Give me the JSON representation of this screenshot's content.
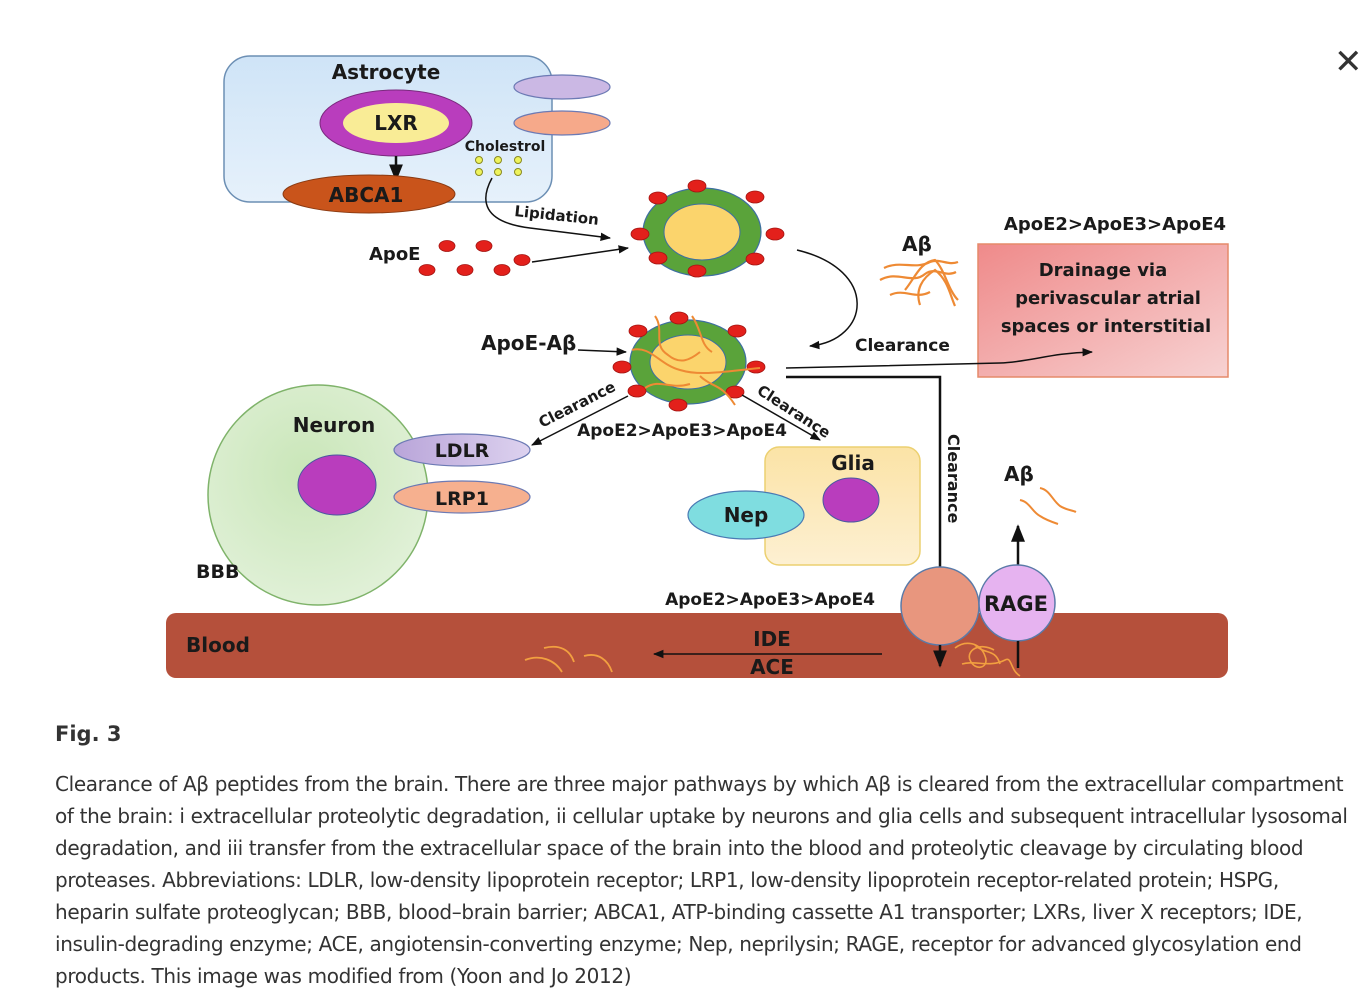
{
  "close_button": {
    "icon": "close-icon",
    "glyph": "✕"
  },
  "diagram": {
    "astrocyte": {
      "title": "Astrocyte",
      "lxr": "LXR",
      "abca1": "ABCA1",
      "cholesterol": "Cholestrol",
      "lipidation": "Lipidation"
    },
    "apoe": "ApoE",
    "apoe_abeta": "ApoE-Aβ",
    "abeta_top": "Aβ",
    "abeta_right": "Aβ",
    "clearance_center": "Clearance",
    "clearance_left": "Clearance",
    "clearance_right": "Clearance",
    "clearance_vertical": "Clearance",
    "ranking_center": "ApoE2>ApoE3>ApoE4",
    "ranking_drainage": "ApoE2>ApoE3>ApoE4",
    "ranking_blood": "ApoE2>ApoE3>ApoE4",
    "drainage": [
      "Drainage via",
      "perivascular atrial",
      "spaces or interstitial"
    ],
    "neuron": {
      "title": "Neuron",
      "ldlr": "LDLR",
      "lrp1": "LRP1"
    },
    "bbb": "BBB",
    "glia": {
      "title": "Glia",
      "nep": "Nep"
    },
    "rage": "RAGE",
    "blood": "Blood",
    "ide": "IDE",
    "ace": "ACE"
  },
  "figure": {
    "label": "Fig. 3",
    "caption": "Clearance of Aβ peptides from the brain. There are three major pathways by which Aβ is cleared from the extracellular compartment of the brain: i extracellular proteolytic degradation, ii cellular uptake by neurons and glia cells and subsequent intracellular lysosomal degradation, and iii transfer from the extracellular space of the brain into the blood and proteolytic cleavage by circulating blood proteases. Abbreviations: LDLR, low-density lipoprotein receptor; LRP1, low-density lipoprotein receptor-related protein; HSPG, heparin sulfate proteoglycan; BBB, blood–brain barrier; ABCA1, ATP-binding cassette A1 transporter; LXRs, liver X receptors; IDE, insulin-degrading enzyme; ACE, angiotensin-converting enzyme; Nep, neprilysin; RAGE, receptor for advanced glycosylation end products. This image was modified from (Yoon and Jo 2012)"
  }
}
